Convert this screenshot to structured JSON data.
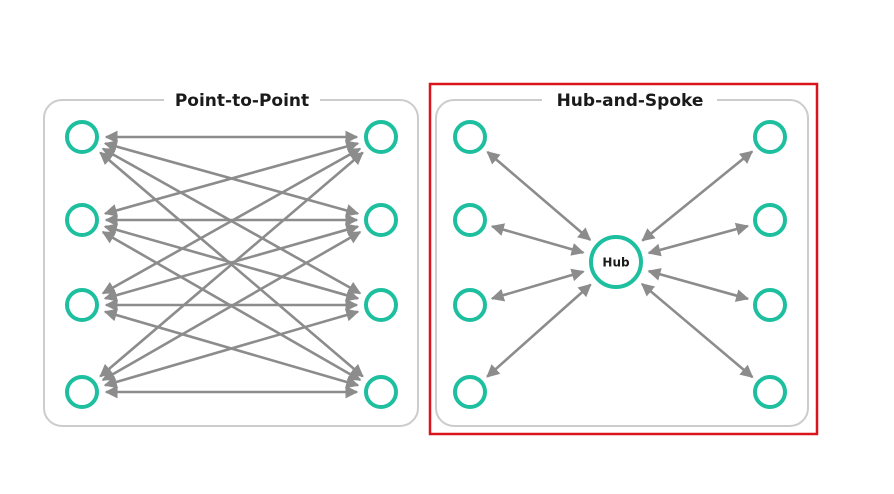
{
  "colors": {
    "node": "#1dbf9f",
    "arrow": "#8c8c8c",
    "panel_border": "#cccccc",
    "highlight": "#d9151b"
  },
  "panels": [
    {
      "id": "p2p",
      "title": "Point-to-Point"
    },
    {
      "id": "hub",
      "title": "Hub-and-Spoke",
      "hub_label": "Hub",
      "highlighted": true
    }
  ]
}
